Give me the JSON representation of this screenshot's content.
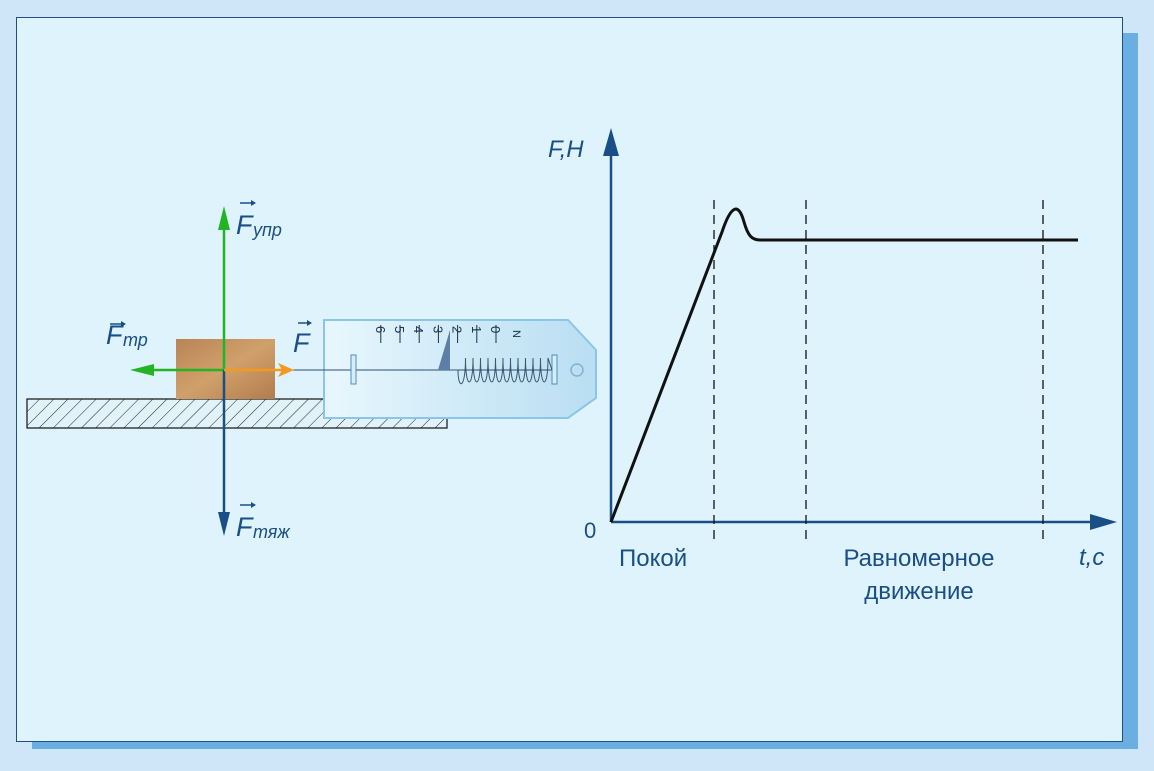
{
  "forces": {
    "elastic": {
      "symbol": "F",
      "sub": "упр"
    },
    "friction": {
      "symbol": "F",
      "sub": "тр"
    },
    "gravity": {
      "symbol": "F",
      "sub": "тяж"
    },
    "applied": {
      "symbol": "F"
    }
  },
  "dynamometer": {
    "scale": [
      "0",
      "1",
      "2",
      "3",
      "4",
      "5",
      "6"
    ],
    "unit": "N",
    "reading": 2.2
  },
  "graph": {
    "y_label": "F,H",
    "x_label": "t,c",
    "origin": "0",
    "region_rest": "Покой",
    "region_uniform_1": "Равномерное",
    "region_uniform_2": "движение"
  },
  "colors": {
    "green": "#22b422",
    "orange": "#f39a1e",
    "blue": "#1a4e86"
  }
}
